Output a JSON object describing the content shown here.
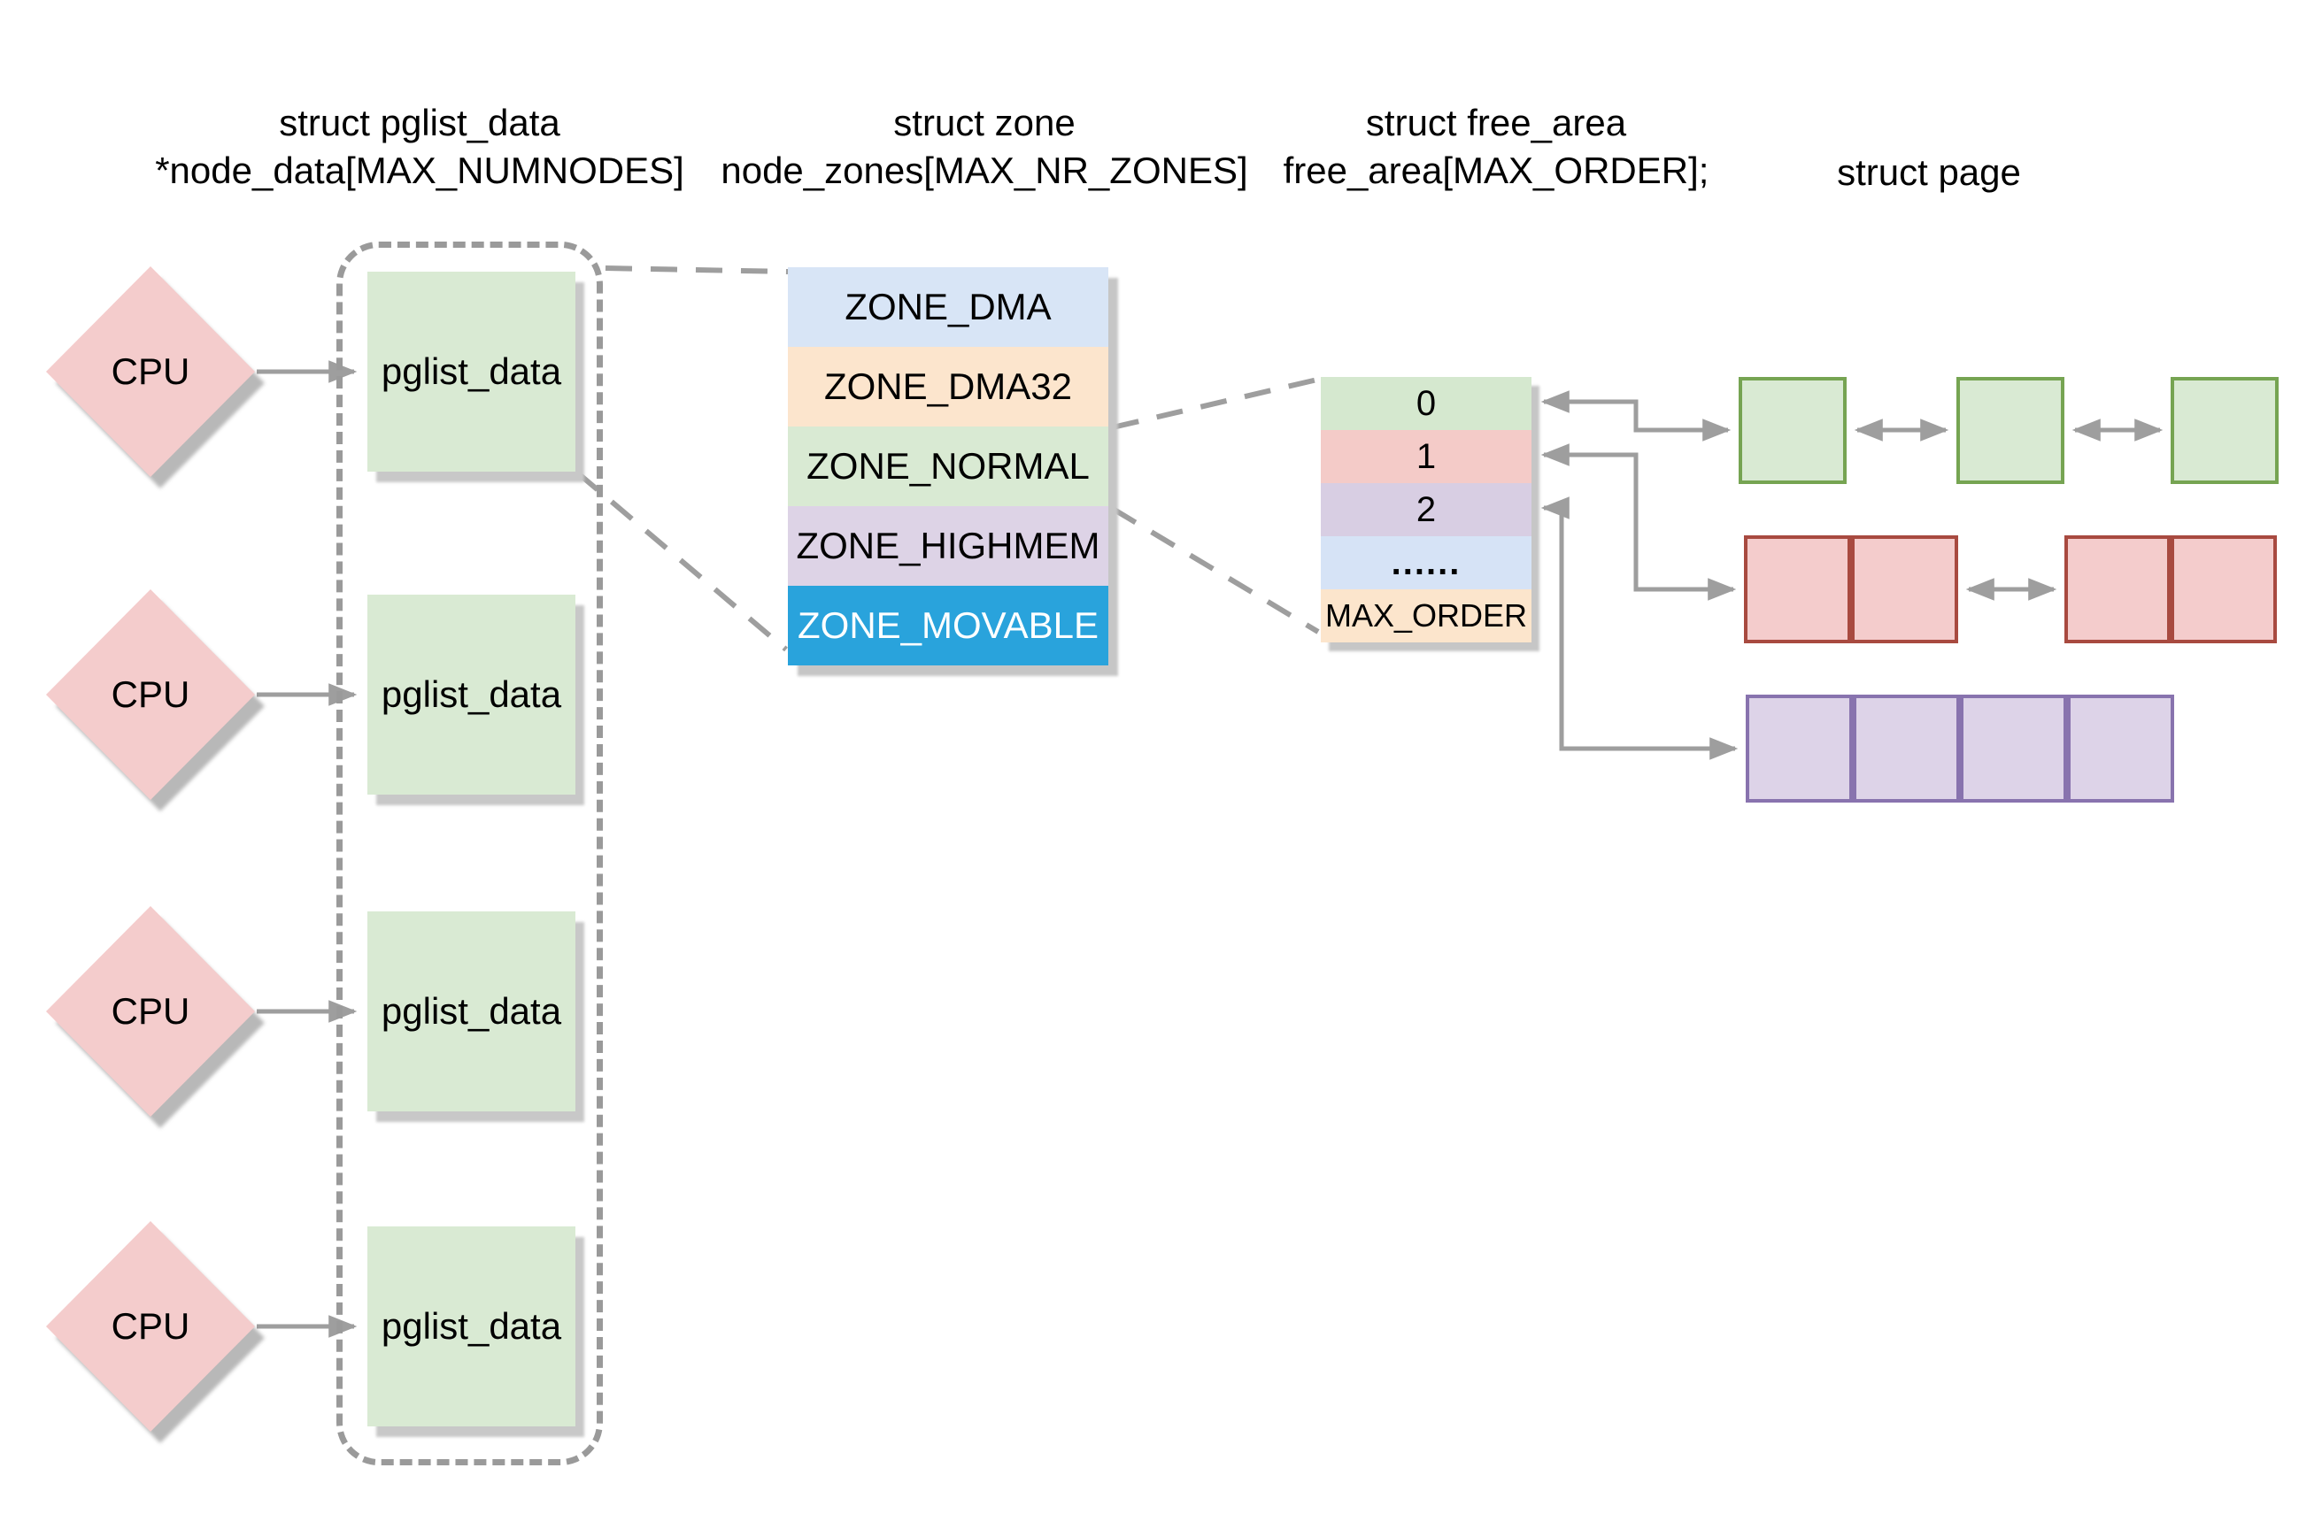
{
  "headers": {
    "pglist": {
      "line1": "struct pglist_data",
      "line2": "*node_data[MAX_NUMNODES]"
    },
    "zone": {
      "line1": "struct zone",
      "line2": "node_zones[MAX_NR_ZONES]"
    },
    "free_area": {
      "line1": "struct free_area",
      "line2": "free_area[MAX_ORDER];"
    },
    "page": {
      "line1": "struct page"
    }
  },
  "cpu": {
    "label": "CPU",
    "count": 4,
    "fill": "#f4cccc"
  },
  "pglist_box": {
    "label": "pglist_data",
    "count": 4,
    "fill": "#d9ead3"
  },
  "zone_table": {
    "rows": [
      {
        "label": "ZONE_DMA",
        "fill": "#d8e5f6",
        "text_color": "#000000"
      },
      {
        "label": "ZONE_DMA32",
        "fill": "#fce5cd",
        "text_color": "#000000"
      },
      {
        "label": "ZONE_NORMAL",
        "fill": "#d9ead3",
        "text_color": "#000000"
      },
      {
        "label": "ZONE_HIGHMEM",
        "fill": "#ddd3e6",
        "text_color": "#000000"
      },
      {
        "label": "ZONE_MOVABLE",
        "fill": "#29a3dc",
        "text_color": "#ffffff"
      }
    ]
  },
  "free_area_table": {
    "rows": [
      {
        "label": "0",
        "fill": "#d5e8cf"
      },
      {
        "label": "1",
        "fill": "#f4cbc8"
      },
      {
        "label": "2",
        "fill": "#d8cee3"
      },
      {
        "label": "......",
        "fill": "#d6e3f6"
      },
      {
        "label": "MAX_ORDER",
        "fill": "#fce5cc"
      }
    ]
  },
  "page_lists": {
    "order0": {
      "blocks": 3,
      "cells_per_block": 1,
      "fill": "#d9ead3",
      "border": "#76a452"
    },
    "order1": {
      "blocks": 2,
      "cells_per_block": 2,
      "fill": "#f4cccc",
      "border": "#a84a40"
    },
    "order2": {
      "blocks": 1,
      "cells_per_block": 4,
      "fill": "#ddd3e8",
      "border": "#8873ae"
    }
  },
  "connector_color": "#9e9e9e"
}
